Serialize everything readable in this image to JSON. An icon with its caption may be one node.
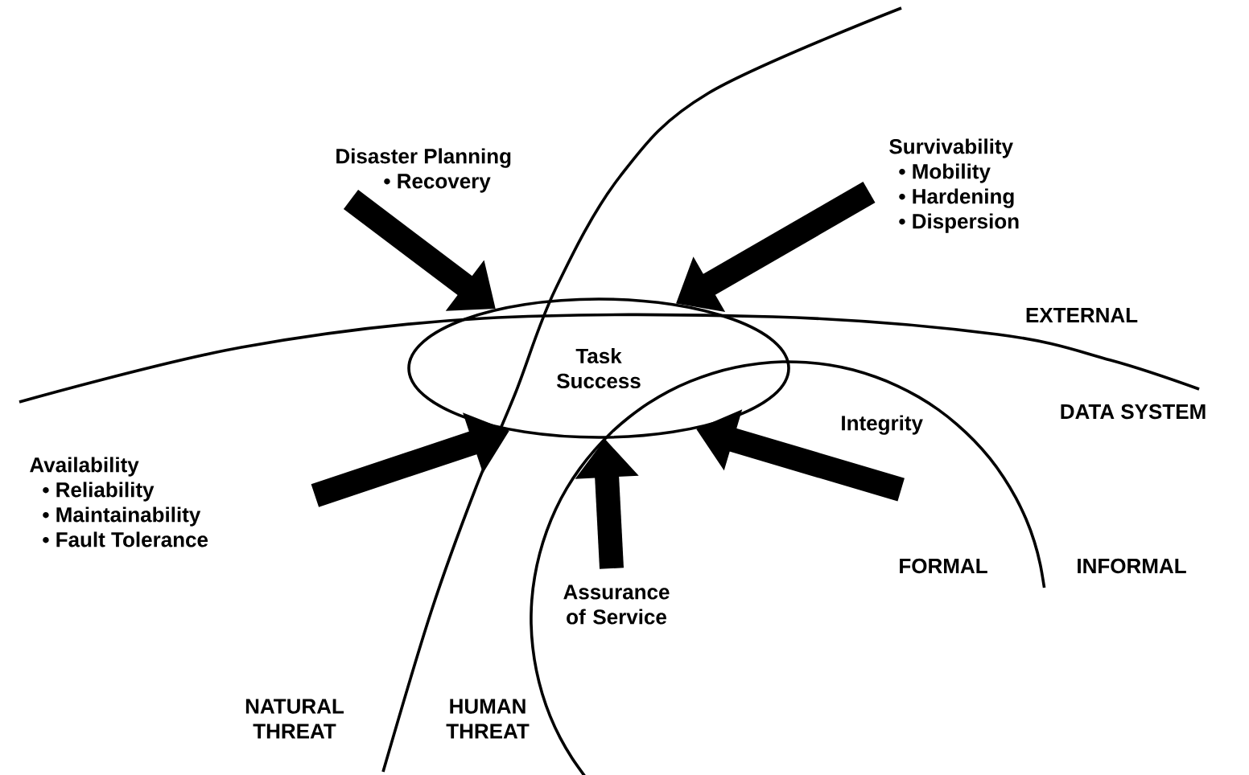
{
  "diagram": {
    "nodes": [
      {
        "text": [
          "Task Success"
        ]
      },
      {
        "text": [
          "Disaster Planning",
          "• Recovery"
        ]
      },
      {
        "text": [
          "Survivability",
          "• Mobility",
          "• Hardening",
          "• Dispersion"
        ]
      },
      {
        "text": [
          "Availability",
          "• Reliability",
          "• Maintainability",
          "• Fault Tolerance"
        ]
      },
      {
        "text": [
          "Assurance of Service"
        ]
      },
      {
        "text": [
          "Integrity"
        ]
      }
    ],
    "edges": [
      {
        "from": 1,
        "to": 0,
        "arrow": "to"
      },
      {
        "from": 2,
        "to": 0,
        "arrow": "to"
      },
      {
        "from": 3,
        "to": 0,
        "arrow": "to"
      },
      {
        "from": 4,
        "to": 0,
        "arrow": "to"
      },
      {
        "from": 5,
        "to": 0,
        "arrow": "to"
      }
    ],
    "labels": [
      "EXTERNAL",
      "DATA SYSTEM",
      "FORMAL",
      "INFORMAL",
      "NATURAL THREAT",
      "HUMAN THREAT"
    ]
  }
}
